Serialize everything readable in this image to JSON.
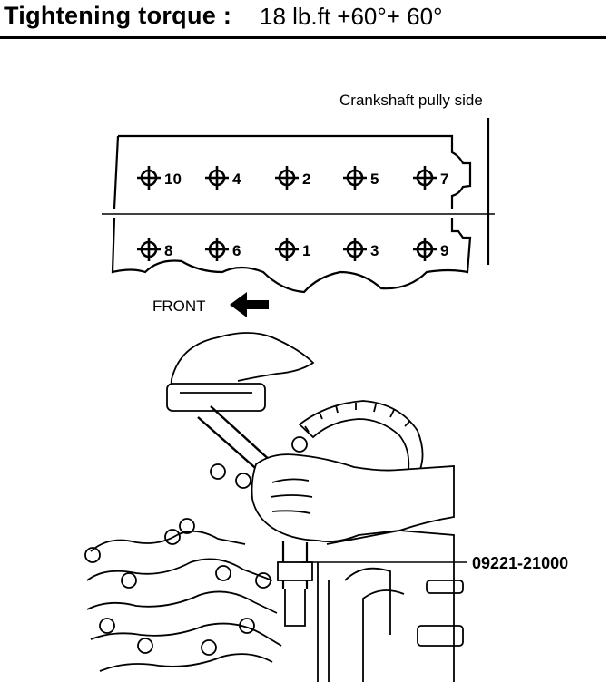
{
  "header": {
    "label": "Tightening torque :",
    "value": "18 lb.ft +60°+ 60°"
  },
  "diagram": {
    "side_label": "Crankshaft pully side",
    "front_label": "FRONT",
    "tool_label": "09221-21000",
    "upper_bolts": [
      "10",
      "4",
      "2",
      "5",
      "7"
    ],
    "lower_bolts": [
      "8",
      "6",
      "1",
      "3",
      "9"
    ]
  }
}
